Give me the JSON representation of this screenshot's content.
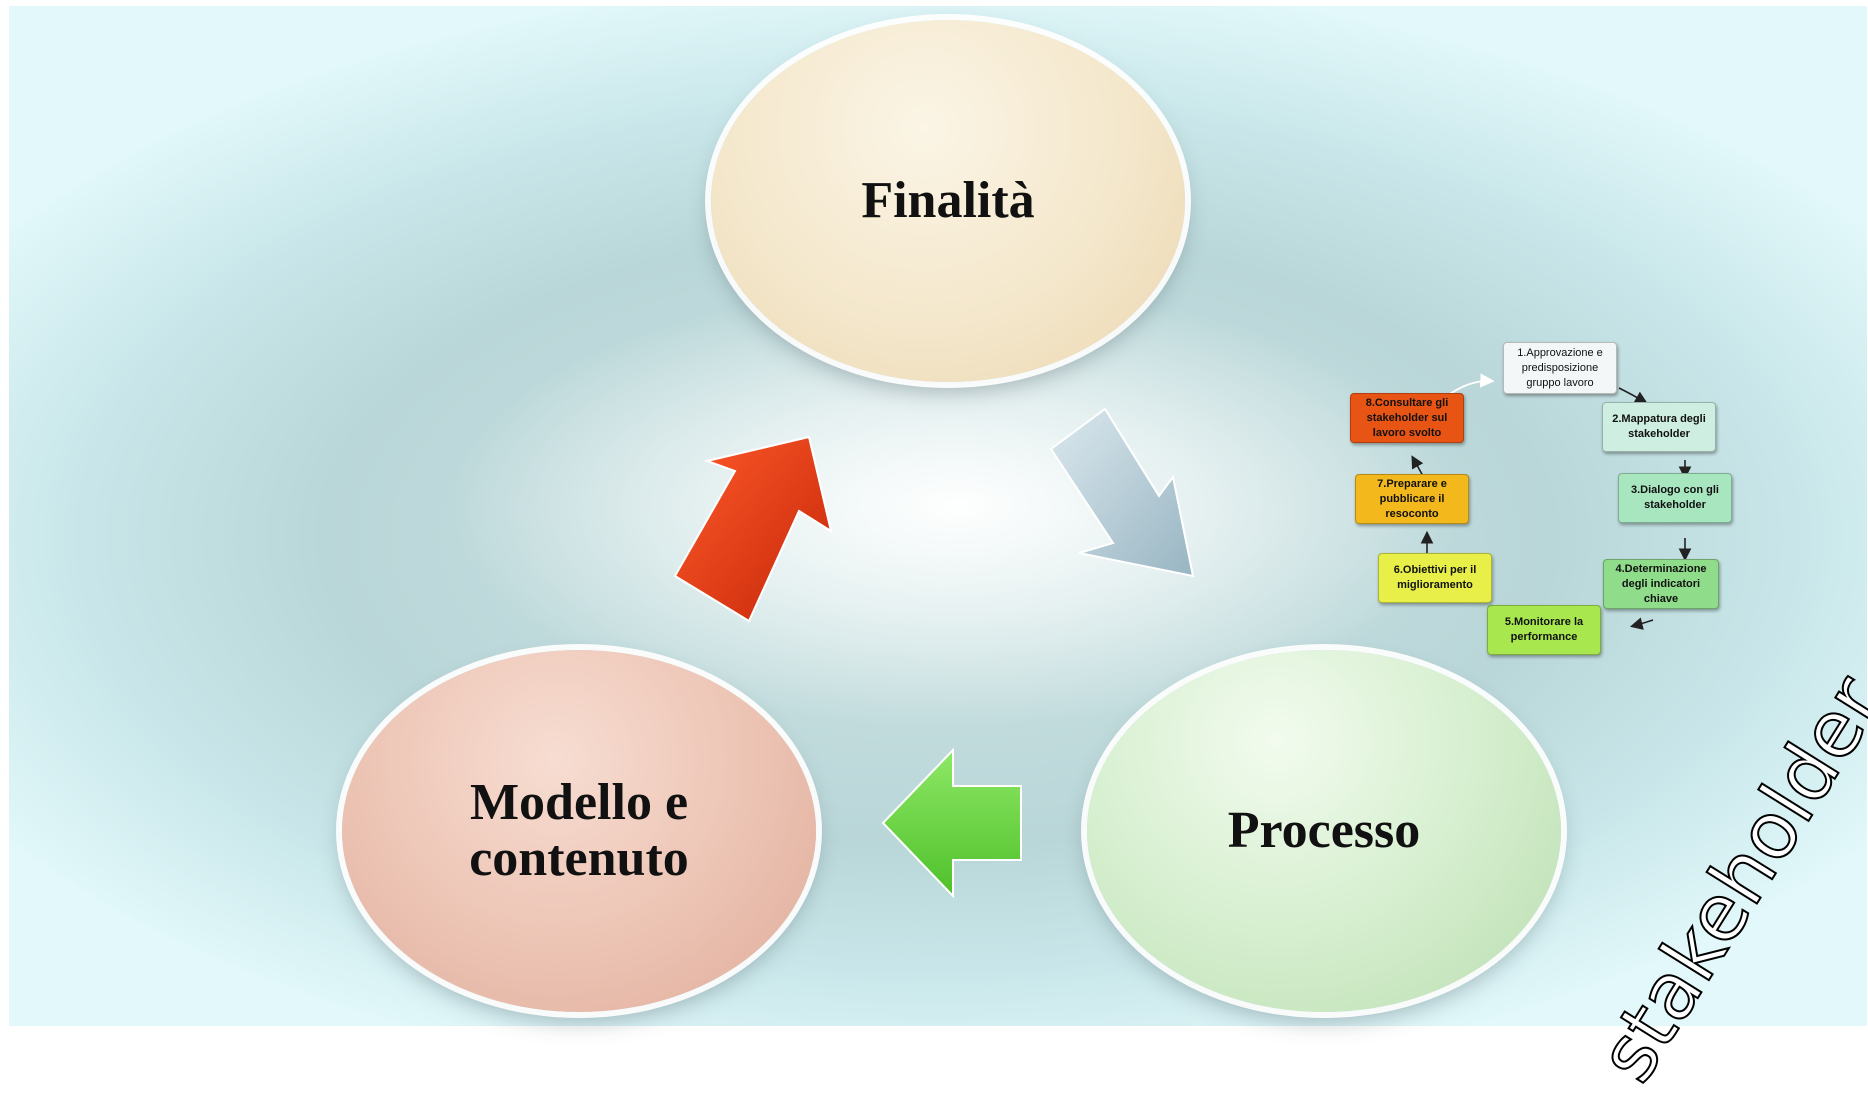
{
  "diagram": {
    "nodes": {
      "finalita": {
        "label": "Finalità",
        "color": "#f4e7cb"
      },
      "processo": {
        "label": "Processo",
        "color": "#d6efcf"
      },
      "modello": {
        "label": "Modello e\ncontenuto",
        "color": "#ecc3b3"
      }
    },
    "arrows": [
      {
        "from": "finalita",
        "to": "processo",
        "color": "#b4ccd6"
      },
      {
        "from": "processo",
        "to": "modello",
        "color": "#66d63a"
      },
      {
        "from": "modello",
        "to": "finalita",
        "color": "#ee3a12"
      }
    ],
    "cycle_steps": [
      {
        "label": "1.Approvazione e predisposizione gruppo lavoro",
        "color": "#f4f7f7"
      },
      {
        "label": "2.Mappatura degli stakeholder",
        "color": "#cdeee0"
      },
      {
        "label": "3.Dialogo con gli stakeholder",
        "color": "#a8e6c0"
      },
      {
        "label": "4.Determinazione degli indicatori chiave",
        "color": "#8fdc8a"
      },
      {
        "label": "5.Monitorare la performance",
        "color": "#a8e84e"
      },
      {
        "label": "6.Obiettivi per il miglioramento",
        "color": "#e8ef48"
      },
      {
        "label": "7.Preparare e pubblicare il resoconto",
        "color": "#f2b81c"
      },
      {
        "label": "8.Consultare gli stakeholder sul lavoro svolto",
        "color": "#e85414"
      }
    ],
    "side_label": "stakeholder"
  }
}
